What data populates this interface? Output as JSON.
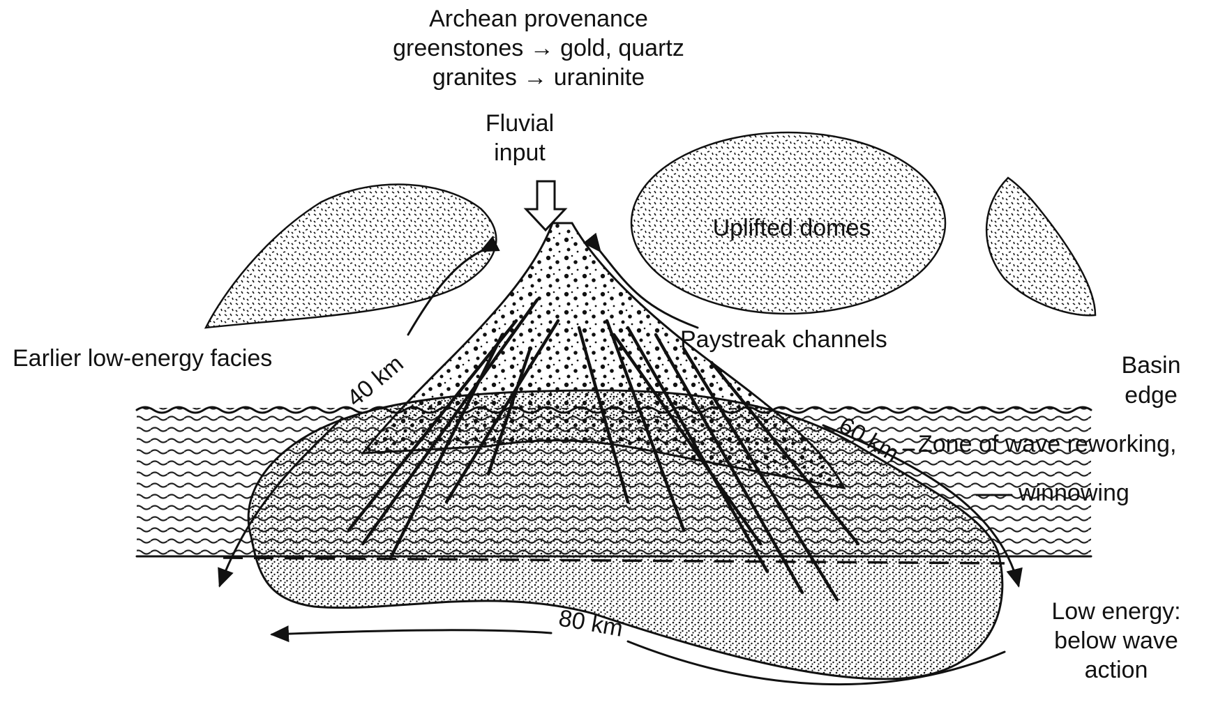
{
  "labels": {
    "provenance_title": "Archean provenance",
    "provenance_line1": "greenstones → gold, quartz",
    "provenance_line2": "granites → uraninite",
    "fluvial_line1": "Fluvial",
    "fluvial_line2": "input",
    "uplifted_domes": "Uplifted domes",
    "paystreak": "Paystreak channels",
    "earlier_facies": "Earlier low-energy facies",
    "basin_line1": "Basin",
    "basin_line2": "edge",
    "wave_line1": "Zone of wave reworking,",
    "wave_line2": "winnowing",
    "low_energy_line1": "Low energy:",
    "low_energy_line2": "below wave",
    "low_energy_line3": "action",
    "dist_40": "40 km",
    "dist_60": "60 km",
    "dist_80": "80 km"
  },
  "colors": {
    "ink": "#111111",
    "background": "#ffffff"
  }
}
